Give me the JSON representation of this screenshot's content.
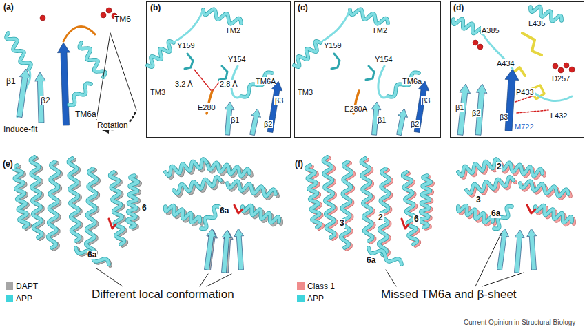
{
  "diagram": {
    "labels": [
      "(a)",
      "TM6",
      "β1",
      "β2",
      "TM6a",
      "Induce-fit",
      "Rotation",
      "(b)",
      "TM2",
      "Y159",
      "Y154",
      "TM6A",
      "3.2 Å",
      "2.8 Å",
      "TM3",
      "E280",
      "β1",
      "β3",
      "β2",
      "(c)",
      "TM2",
      "Y159",
      "Y154",
      "TM6a",
      "TM3",
      "E280A",
      "β1",
      "β3",
      "β2",
      "(d)",
      "A385",
      "L435",
      "A434",
      "D257",
      "P433",
      "L432",
      "M722",
      "β1",
      "β2",
      "β3",
      "(e)",
      "6",
      "6a",
      "6a",
      "Different local conformation",
      "(f)",
      "3",
      "2",
      "6",
      "6a",
      "2",
      "3",
      "6a",
      "Missed TM6a and β-sheet",
      "Current Opinion in Structural Biology"
    ],
    "legend": [
      {
        "text": "DAPT",
        "color": "#a6a6a6"
      },
      {
        "text": "APP",
        "color": "#3fd4dc"
      },
      {
        "text": "Class 1",
        "color": "#f08c8c"
      },
      {
        "text": "APP",
        "color": "#3fd4dc"
      }
    ]
  }
}
